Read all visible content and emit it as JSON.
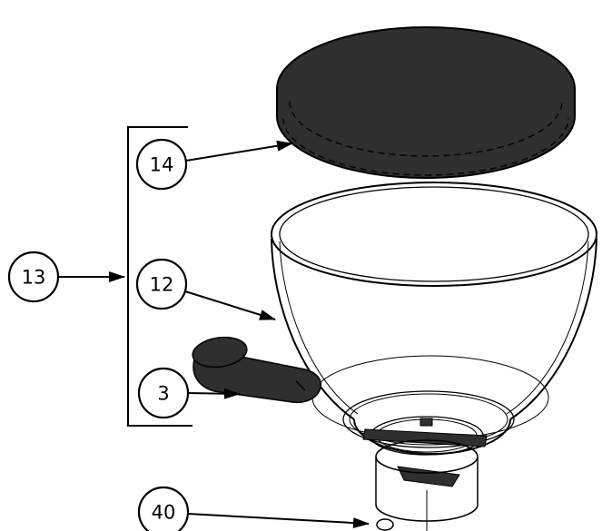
{
  "diagram": {
    "type": "exploded-parts-diagram",
    "balloons": [
      {
        "id": "14",
        "label": "14"
      },
      {
        "id": "13",
        "label": "13"
      },
      {
        "id": "12",
        "label": "12"
      },
      {
        "id": "3",
        "label": "3"
      },
      {
        "id": "40",
        "label": "40"
      }
    ],
    "colors": {
      "dark_part": "#2f2f2f",
      "hidden_line": "#8a8a8a",
      "line": "#000000",
      "background": "#ffffff"
    }
  }
}
